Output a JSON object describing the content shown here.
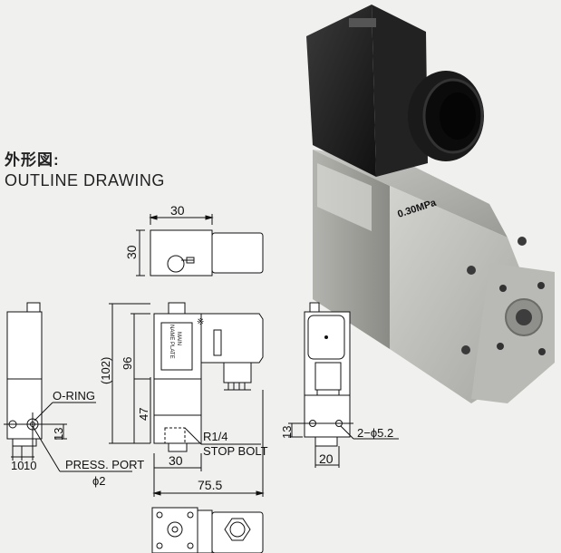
{
  "title": {
    "ja": "外形図:",
    "en": "OUTLINE DRAWING"
  },
  "top_view": {
    "width_dim": "30",
    "height_dim": "30"
  },
  "front_view": {
    "height_outer": "(102)",
    "height_main": "96",
    "height_lower": "47",
    "nameplate_line1": "MAIN",
    "nameplate_line2": "NAME PLATE",
    "note_mark": "※",
    "port_label_1": "R1/4",
    "port_label_2": "STOP BOLT",
    "width_port": "30",
    "width_total": "75.5"
  },
  "left_view": {
    "oring_label": "O-RING",
    "port_height": "13",
    "dim_left": "10",
    "dim_right": "10",
    "press_port_label": "PRESS. PORT",
    "press_port_dia": "ϕ2"
  },
  "right_view": {
    "hole_label": "2−ϕ5.2",
    "height_dim": "13",
    "width_dim": "20"
  },
  "photo": {
    "dial_text": "0.30MPa"
  }
}
